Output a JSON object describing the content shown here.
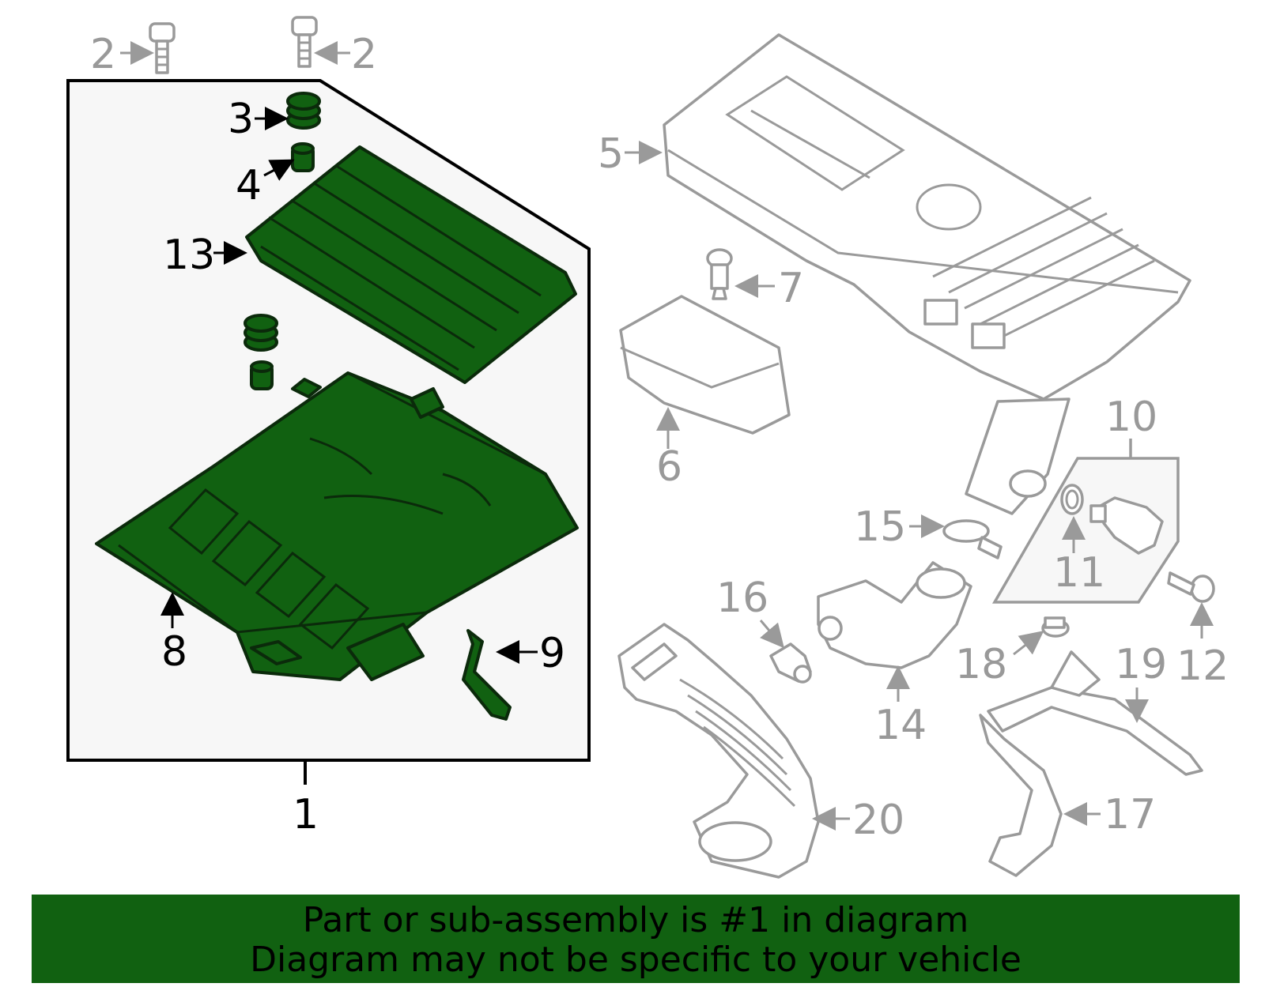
{
  "colors": {
    "highlight_part": "#116111",
    "banner_background": "#116111",
    "highlight_label": "#000000",
    "other_label": "#999999",
    "outline_grey": "#9a9a9a"
  },
  "callouts": {
    "c1": "1",
    "c2a": "2",
    "c2b": "2",
    "c3": "3",
    "c4": "4",
    "c5": "5",
    "c6": "6",
    "c7": "7",
    "c8": "8",
    "c9": "9",
    "c10": "10",
    "c11": "11",
    "c12": "12",
    "c13": "13",
    "c14": "14",
    "c15": "15",
    "c16": "16",
    "c17": "17",
    "c18": "18",
    "c19": "19",
    "c20": "20"
  },
  "banner": {
    "line1": "Part or sub-assembly is #1 in diagram",
    "line2": "Diagram may not be specific to your vehicle"
  }
}
